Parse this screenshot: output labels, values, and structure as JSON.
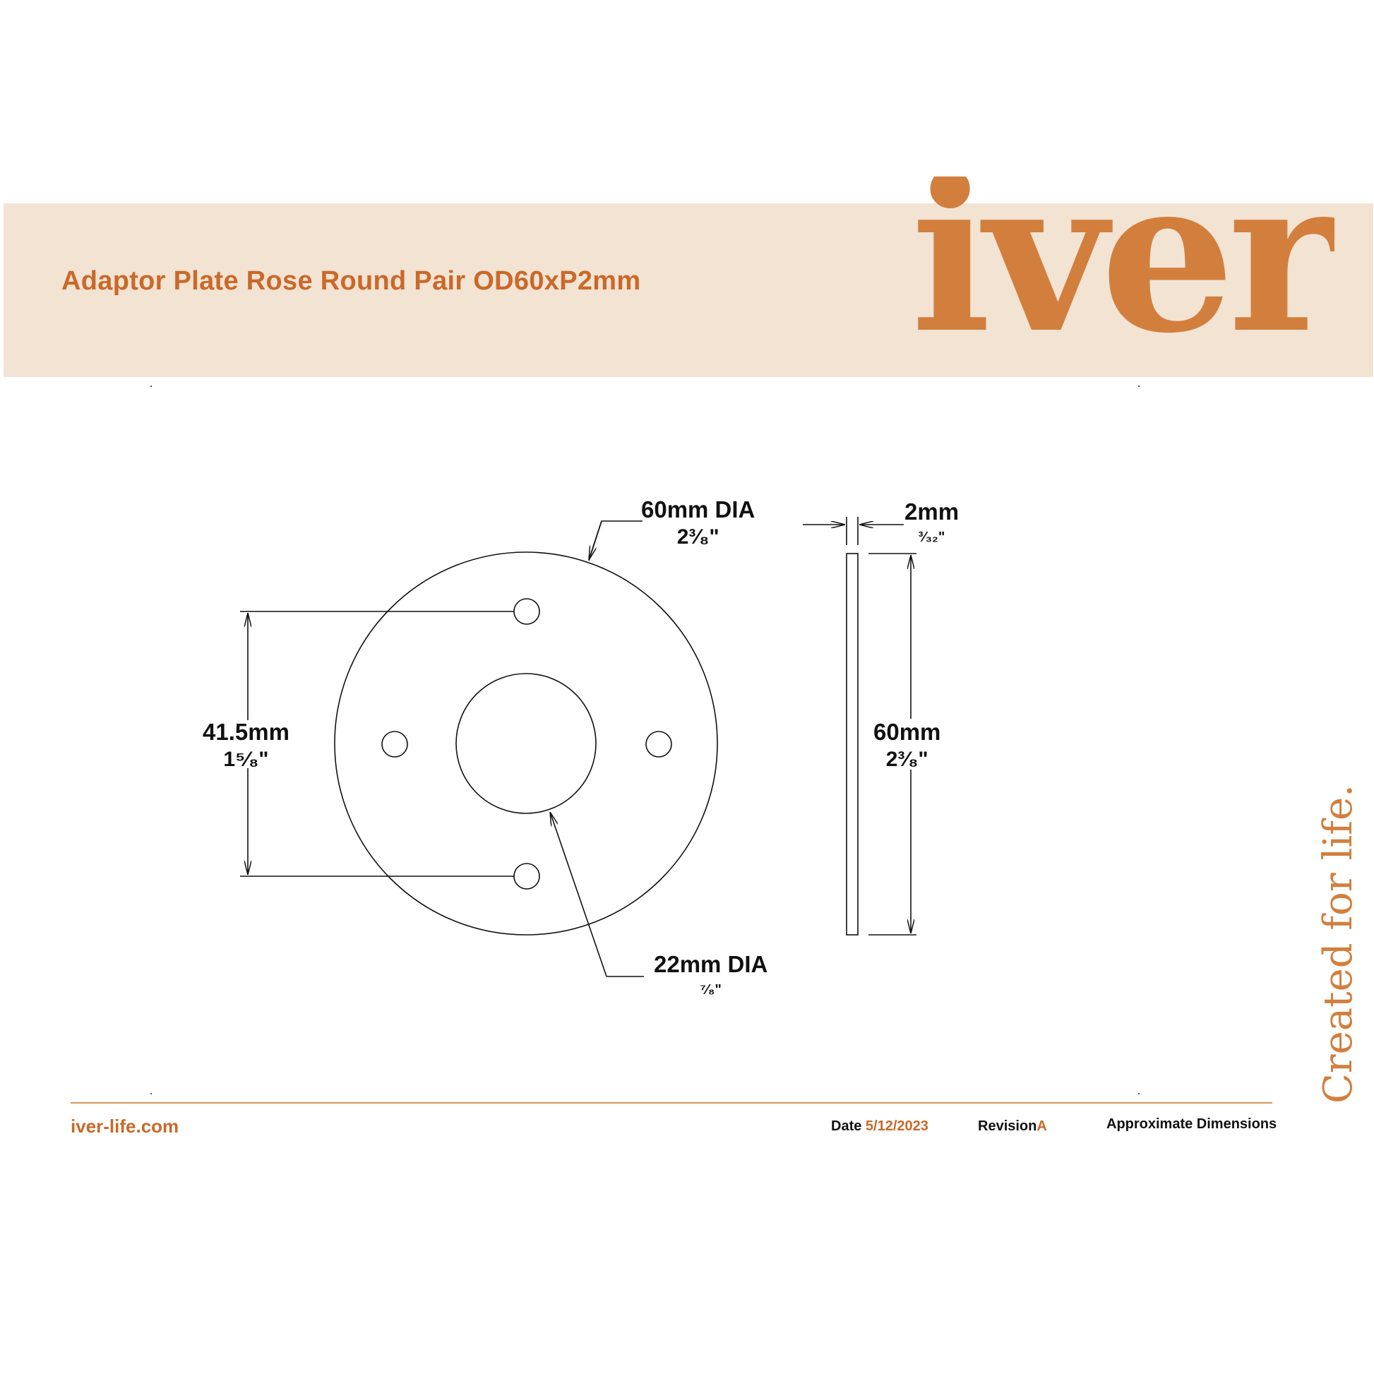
{
  "header": {
    "title": "Adaptor Plate Rose Round Pair OD60xP2mm",
    "logo": "iver",
    "tagline": "Created for life."
  },
  "dimensions": {
    "outer_diameter": {
      "mm": "60mm DIA",
      "inch": "2³⁄₈\""
    },
    "thickness": {
      "mm": "2mm",
      "inch": "³⁄₃₂\""
    },
    "hole_spacing": {
      "mm": "41.5mm",
      "inch": "1⁵⁄₈\""
    },
    "side_height": {
      "mm": "60mm",
      "inch": "2³⁄₈\""
    },
    "inner_diameter": {
      "mm": "22mm DIA",
      "inch": "⁷⁄₈\""
    }
  },
  "footer": {
    "website": "iver-life.com",
    "date_label": "Date",
    "date_value": "5/12/2023",
    "revision_label": "Revision",
    "revision_value": "A",
    "note": "Approximate Dimensions"
  },
  "colors": {
    "accent": "#c9692a",
    "logo": "#d27f3e",
    "band": "#f3e3d3",
    "line": "#111111"
  }
}
